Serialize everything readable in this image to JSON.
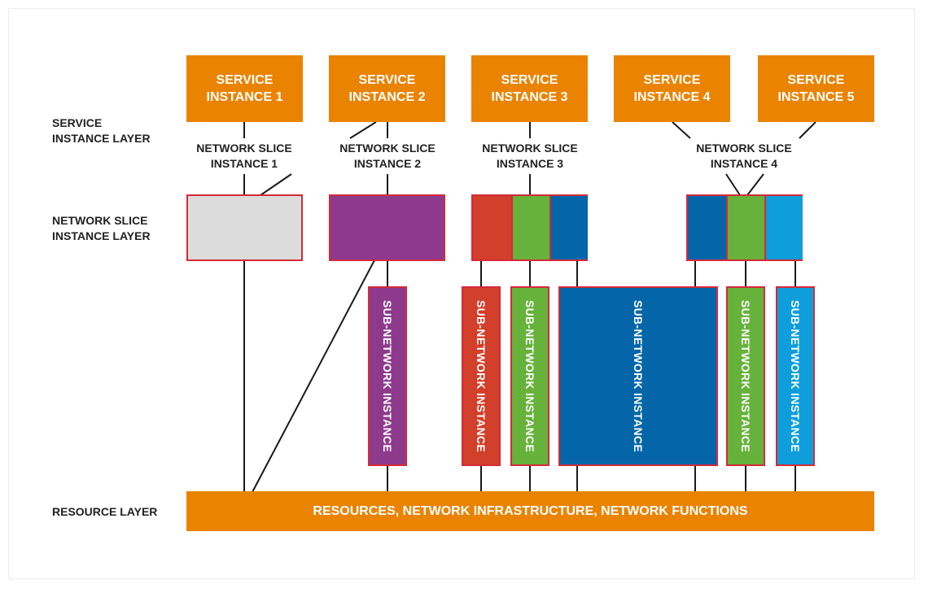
{
  "layers": {
    "service": "SERVICE\nINSTANCE LAYER",
    "network_slice": "NETWORK SLICE\nINSTANCE LAYER",
    "resource": "RESOURCE LAYER"
  },
  "services": [
    "SERVICE\nINSTANCE 1",
    "SERVICE\nINSTANCE 2",
    "SERVICE\nINSTANCE 3",
    "SERVICE\nINSTANCE 4",
    "SERVICE\nINSTANCE 5"
  ],
  "slice_labels": [
    "NETWORK SLICE\nINSTANCE 1",
    "NETWORK SLICE\nINSTANCE 2",
    "NETWORK SLICE\nINSTANCE 3",
    "NETWORK SLICE\nINSTANCE 4"
  ],
  "sub_network_label": "SUB-NETWORK INSTANCE",
  "resources": "RESOURCES, NETWORK INFRASTRUCTURE, NETWORK FUNCTIONS",
  "colors": {
    "orange": "#ea8300",
    "border_red": "#d42a3a",
    "grey": "#dcdcdc",
    "purple": "#8e3a8c",
    "red": "#d23f2a",
    "green": "#66b23b",
    "dark_blue": "#0466a8",
    "light_blue": "#0d9edb"
  }
}
